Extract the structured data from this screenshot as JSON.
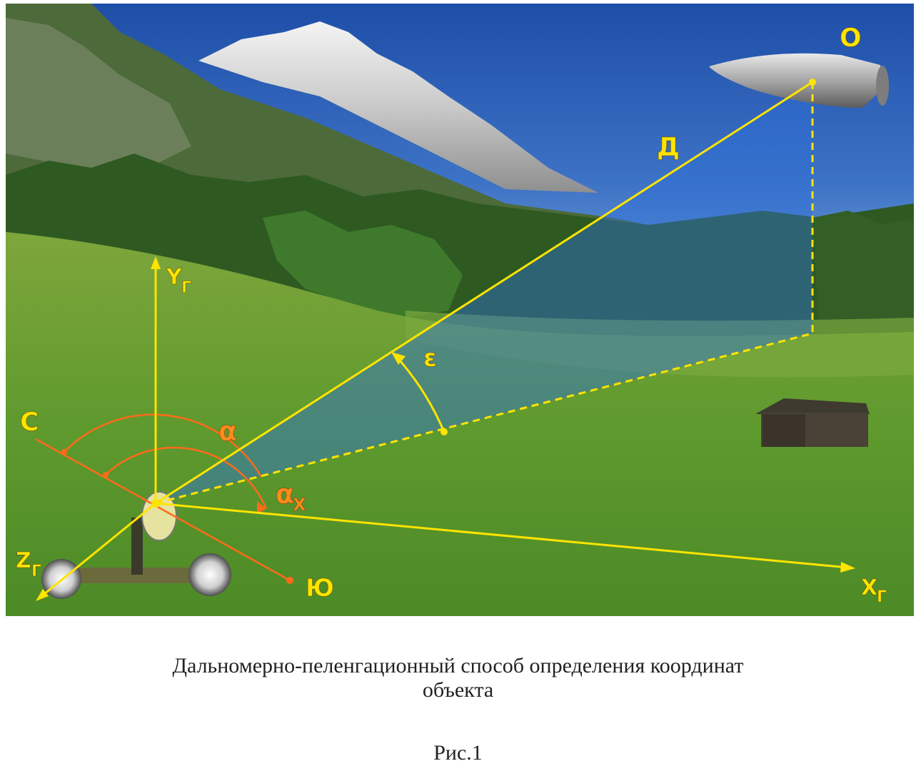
{
  "diagram": {
    "labels": {
      "object": "О",
      "range": "Д",
      "elevation": "ε",
      "north": "С",
      "south": "Ю",
      "azimuth": "α",
      "azimuth_x": "α",
      "azimuth_x_sub": "X",
      "axis_y": "Y",
      "axis_y_sub": "Г",
      "axis_x": "X",
      "axis_x_sub": "Г",
      "axis_z": "Z",
      "axis_z_sub": "Г"
    },
    "colors": {
      "axis_yellow": "#ffe400",
      "bearing_orange": "#ff6a1a",
      "plane_blue": "#2f6fd8",
      "sky": "#2f5fb8",
      "grass": "#5f9a2e"
    },
    "icons": [
      "mountain-icon",
      "forest-icon",
      "hut-icon",
      "missile-icon",
      "radar-antenna-icon"
    ]
  },
  "caption": {
    "title_line1": "Дальномерно-пеленгационный способ определения координат",
    "title_line2": "объекта",
    "figure_number": "Рис.1"
  }
}
